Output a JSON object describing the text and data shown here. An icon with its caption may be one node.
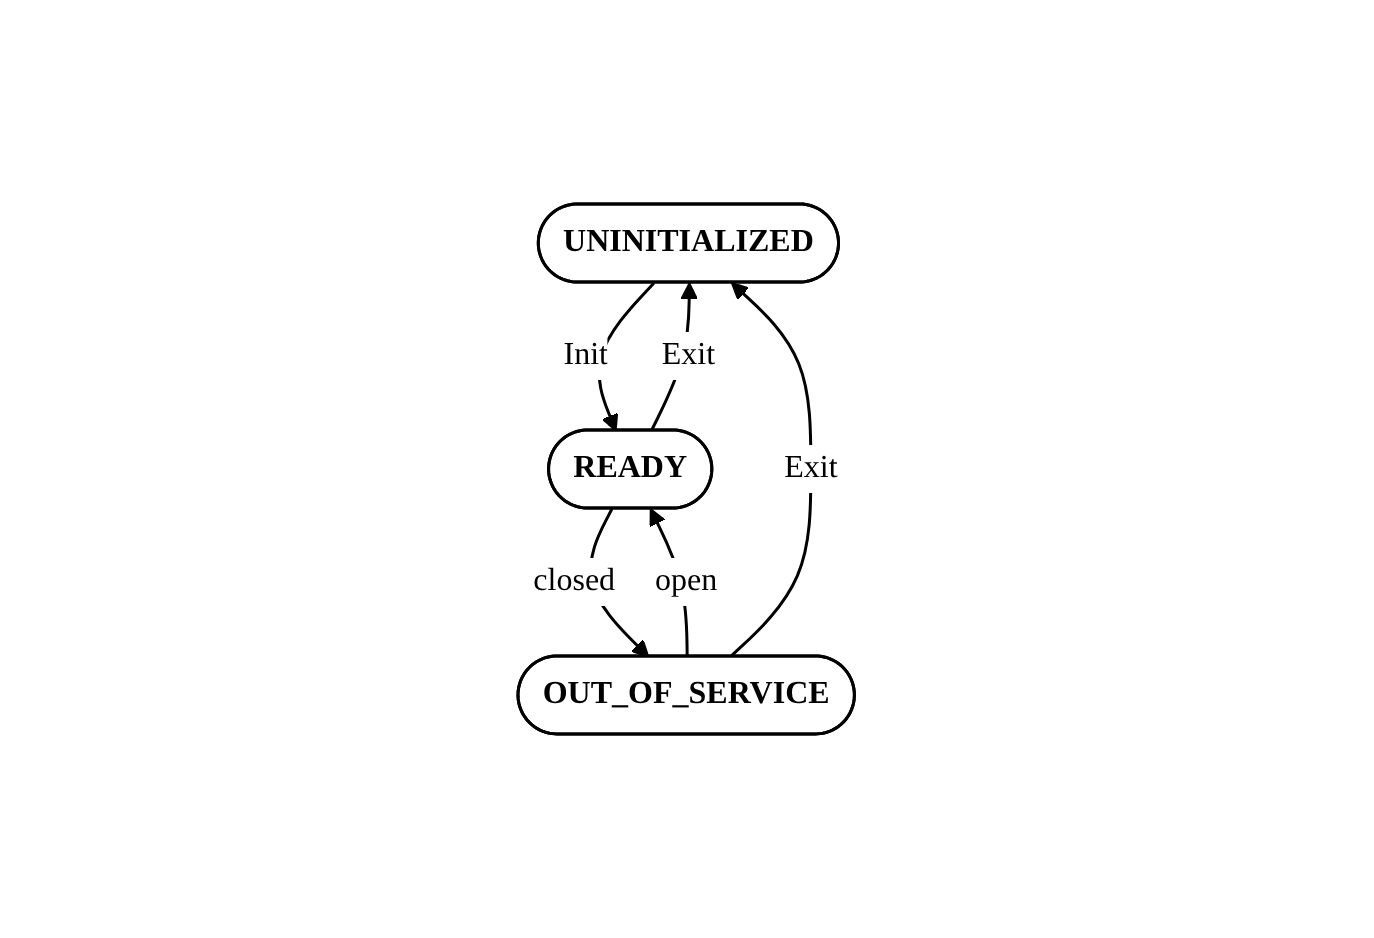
{
  "diagram": {
    "nodes": [
      {
        "text": [
          "UNINITIALIZED"
        ]
      },
      {
        "text": [
          "READY"
        ]
      },
      {
        "text": [
          "OUT_OF_SERVICE"
        ]
      }
    ],
    "edges": [
      {
        "from": 0,
        "to": 1,
        "arrow": "to",
        "label": "Init"
      },
      {
        "from": 1,
        "to": 0,
        "arrow": "to",
        "label": "Exit"
      },
      {
        "from": 1,
        "to": 2,
        "arrow": "to",
        "label": "closed"
      },
      {
        "from": 2,
        "to": 1,
        "arrow": "to",
        "label": "open"
      },
      {
        "from": 2,
        "to": 0,
        "arrow": "to",
        "label": "Exit"
      }
    ]
  }
}
